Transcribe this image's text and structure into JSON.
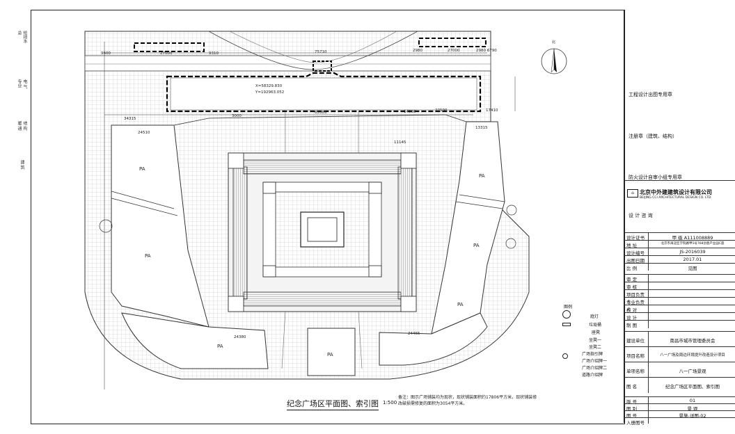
{
  "left_stamp": [
    "总",
    "给排水",
    "专业",
    "电 气",
    "暖 通",
    "结 构",
    "建 筑"
  ],
  "title_block": {
    "stamp_labels": [
      "工程设计出图专用章",
      "注册章（建筑、结构）",
      "防火设计自审小组专用章"
    ],
    "company_cn": "北京中外建建筑设计有限公司",
    "company_en": "BEIJING CCI ARCHITECTURAL DESIGN CO. LTD.",
    "consult": "设 计 咨 询",
    "info": [
      {
        "label": "设计证书",
        "value": "甲 级 A111008889"
      },
      {
        "label": "地 址",
        "value": "北京市海淀区学院路甲5号768创意产业园C座"
      },
      {
        "label": "设计编号",
        "value": "JS-2016039"
      },
      {
        "label": "出图日期",
        "value": "2017.01"
      },
      {
        "label": "比 例",
        "value": "见图"
      }
    ],
    "signoff": [
      "审 定",
      "审 核",
      "项目负责人",
      "专业负责人",
      "校 对",
      "设 计",
      "制 图"
    ],
    "project": [
      {
        "label": "建设单位",
        "value": "南昌市城市管理委员会"
      },
      {
        "label": "项目名称",
        "value": "八一广场及周边环境提升改造设计项目"
      },
      {
        "label": "单项名称",
        "value": "八一广场景观"
      },
      {
        "label": "图 名",
        "value": "纪念广场区平面图、索引图"
      },
      {
        "label": "版 号",
        "value": "01"
      },
      {
        "label": "图 别",
        "value": "景 观"
      },
      {
        "label": "图 号",
        "value": "景施-详图-02"
      },
      {
        "label": "入册图号",
        "value": ""
      }
    ]
  },
  "drawing": {
    "title": "纪念广场区平面图、索引图",
    "scale": "1:500",
    "note": "备注：图示广场铺装均为现状，现状铺装面积约17806平方米，现状铺装修改破损需修复的面积为3054平方米。",
    "north": "北",
    "coords": [
      "X=58329.830",
      "Y=192963.052"
    ],
    "pa_labels": [
      "PA",
      "PA",
      "PA",
      "PA",
      "PA",
      "PA",
      "PA"
    ],
    "dims": [
      "9600",
      "27000",
      "9310",
      "75710",
      "2980",
      "27000",
      "2980",
      "6790",
      "34315",
      "65385",
      "22500",
      "14960",
      "13315",
      "24510",
      "11145",
      "24380",
      "24465",
      "3000",
      "17410"
    ],
    "legend_title": "图例",
    "legend": [
      "庭灯",
      "垃圾桶",
      "座凳",
      "坐凳一",
      "坐凳二",
      "广场指引牌",
      "广场介绍牌一",
      "广场介绍牌二",
      "道路介绍牌"
    ]
  }
}
